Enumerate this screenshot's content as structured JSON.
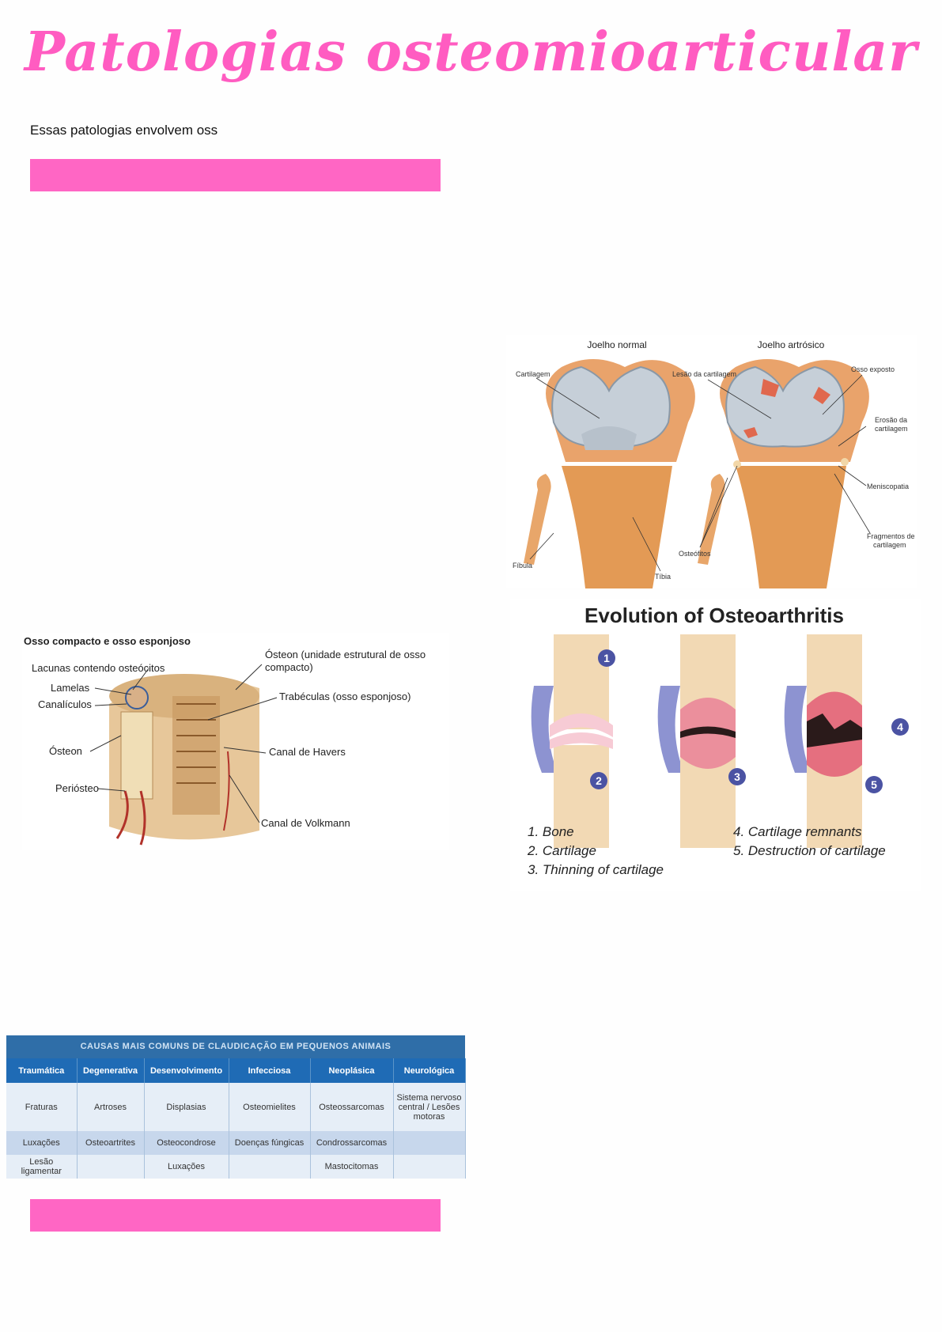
{
  "page": {
    "title": "Patologias osteomioarticular",
    "intro": "Essas patologias envolvem oss",
    "accent_color": "#ff66c4"
  },
  "bone_figure": {
    "title": "Osso compacto e osso esponjoso",
    "labels": {
      "lacunas": "Lacunas contendo osteócitos",
      "lamelas": "Lamelas",
      "canaliculos": "Canalículos",
      "osteon": "Ósteon",
      "periosteo": "Periósteo",
      "osteon_unit_1": "Ósteon (unidade estrutural de osso",
      "osteon_unit_2": "compacto)",
      "trabeculas": "Trabéculas (osso esponjoso)",
      "havers": "Canal de Havers",
      "volkmann": "Canal de Volkmann"
    }
  },
  "knee_figure": {
    "normal_title": "Joelho normal",
    "arthrosic_title": "Joelho artrósico",
    "labels": {
      "cartilagem": "Cartilagem",
      "fibula": "Fíbula",
      "tibia": "Tíbia",
      "lesao": "Lesão da cartilagem",
      "osso_exposto": "Osso exposto",
      "erosao_1": "Erosão da",
      "erosao_2": "cartilagem",
      "meniscopatia": "Meniscopatia",
      "fragmentos_1": "Fragmentos de",
      "fragmentos_2": "cartilagem",
      "osteofitos": "Osteófitos"
    }
  },
  "oa_figure": {
    "title": "Evolution of Osteoarthritis",
    "legend": [
      "1.  Bone",
      "2.  Cartilage",
      "3.  Thinning of cartilage",
      "4.  Cartilage remnants",
      "5.  Destruction of cartilage"
    ],
    "markers": [
      "1",
      "2",
      "3",
      "4",
      "5"
    ]
  },
  "claudication_table": {
    "caption": "CAUSAS MAIS COMUNS DE CLAUDICAÇÃO EM PEQUENOS ANIMAIS",
    "headers": [
      "Traumática",
      "Degenerativa",
      "Desenvolvimento",
      "Infecciosa",
      "Neoplásica",
      "Neurológica"
    ],
    "rows": [
      [
        "Fraturas",
        "Artroses",
        "Displasias",
        "Osteomielites",
        "Osteossarcomas",
        "Sistema nervoso central / Lesões motoras"
      ],
      [
        "Luxações",
        "Osteoartrites",
        "Osteocondrose",
        "Doenças fúngicas",
        "Condrossarcomas",
        ""
      ],
      [
        "Lesão ligamentar",
        "",
        "Luxações",
        "",
        "Mastocitomas",
        ""
      ]
    ]
  }
}
